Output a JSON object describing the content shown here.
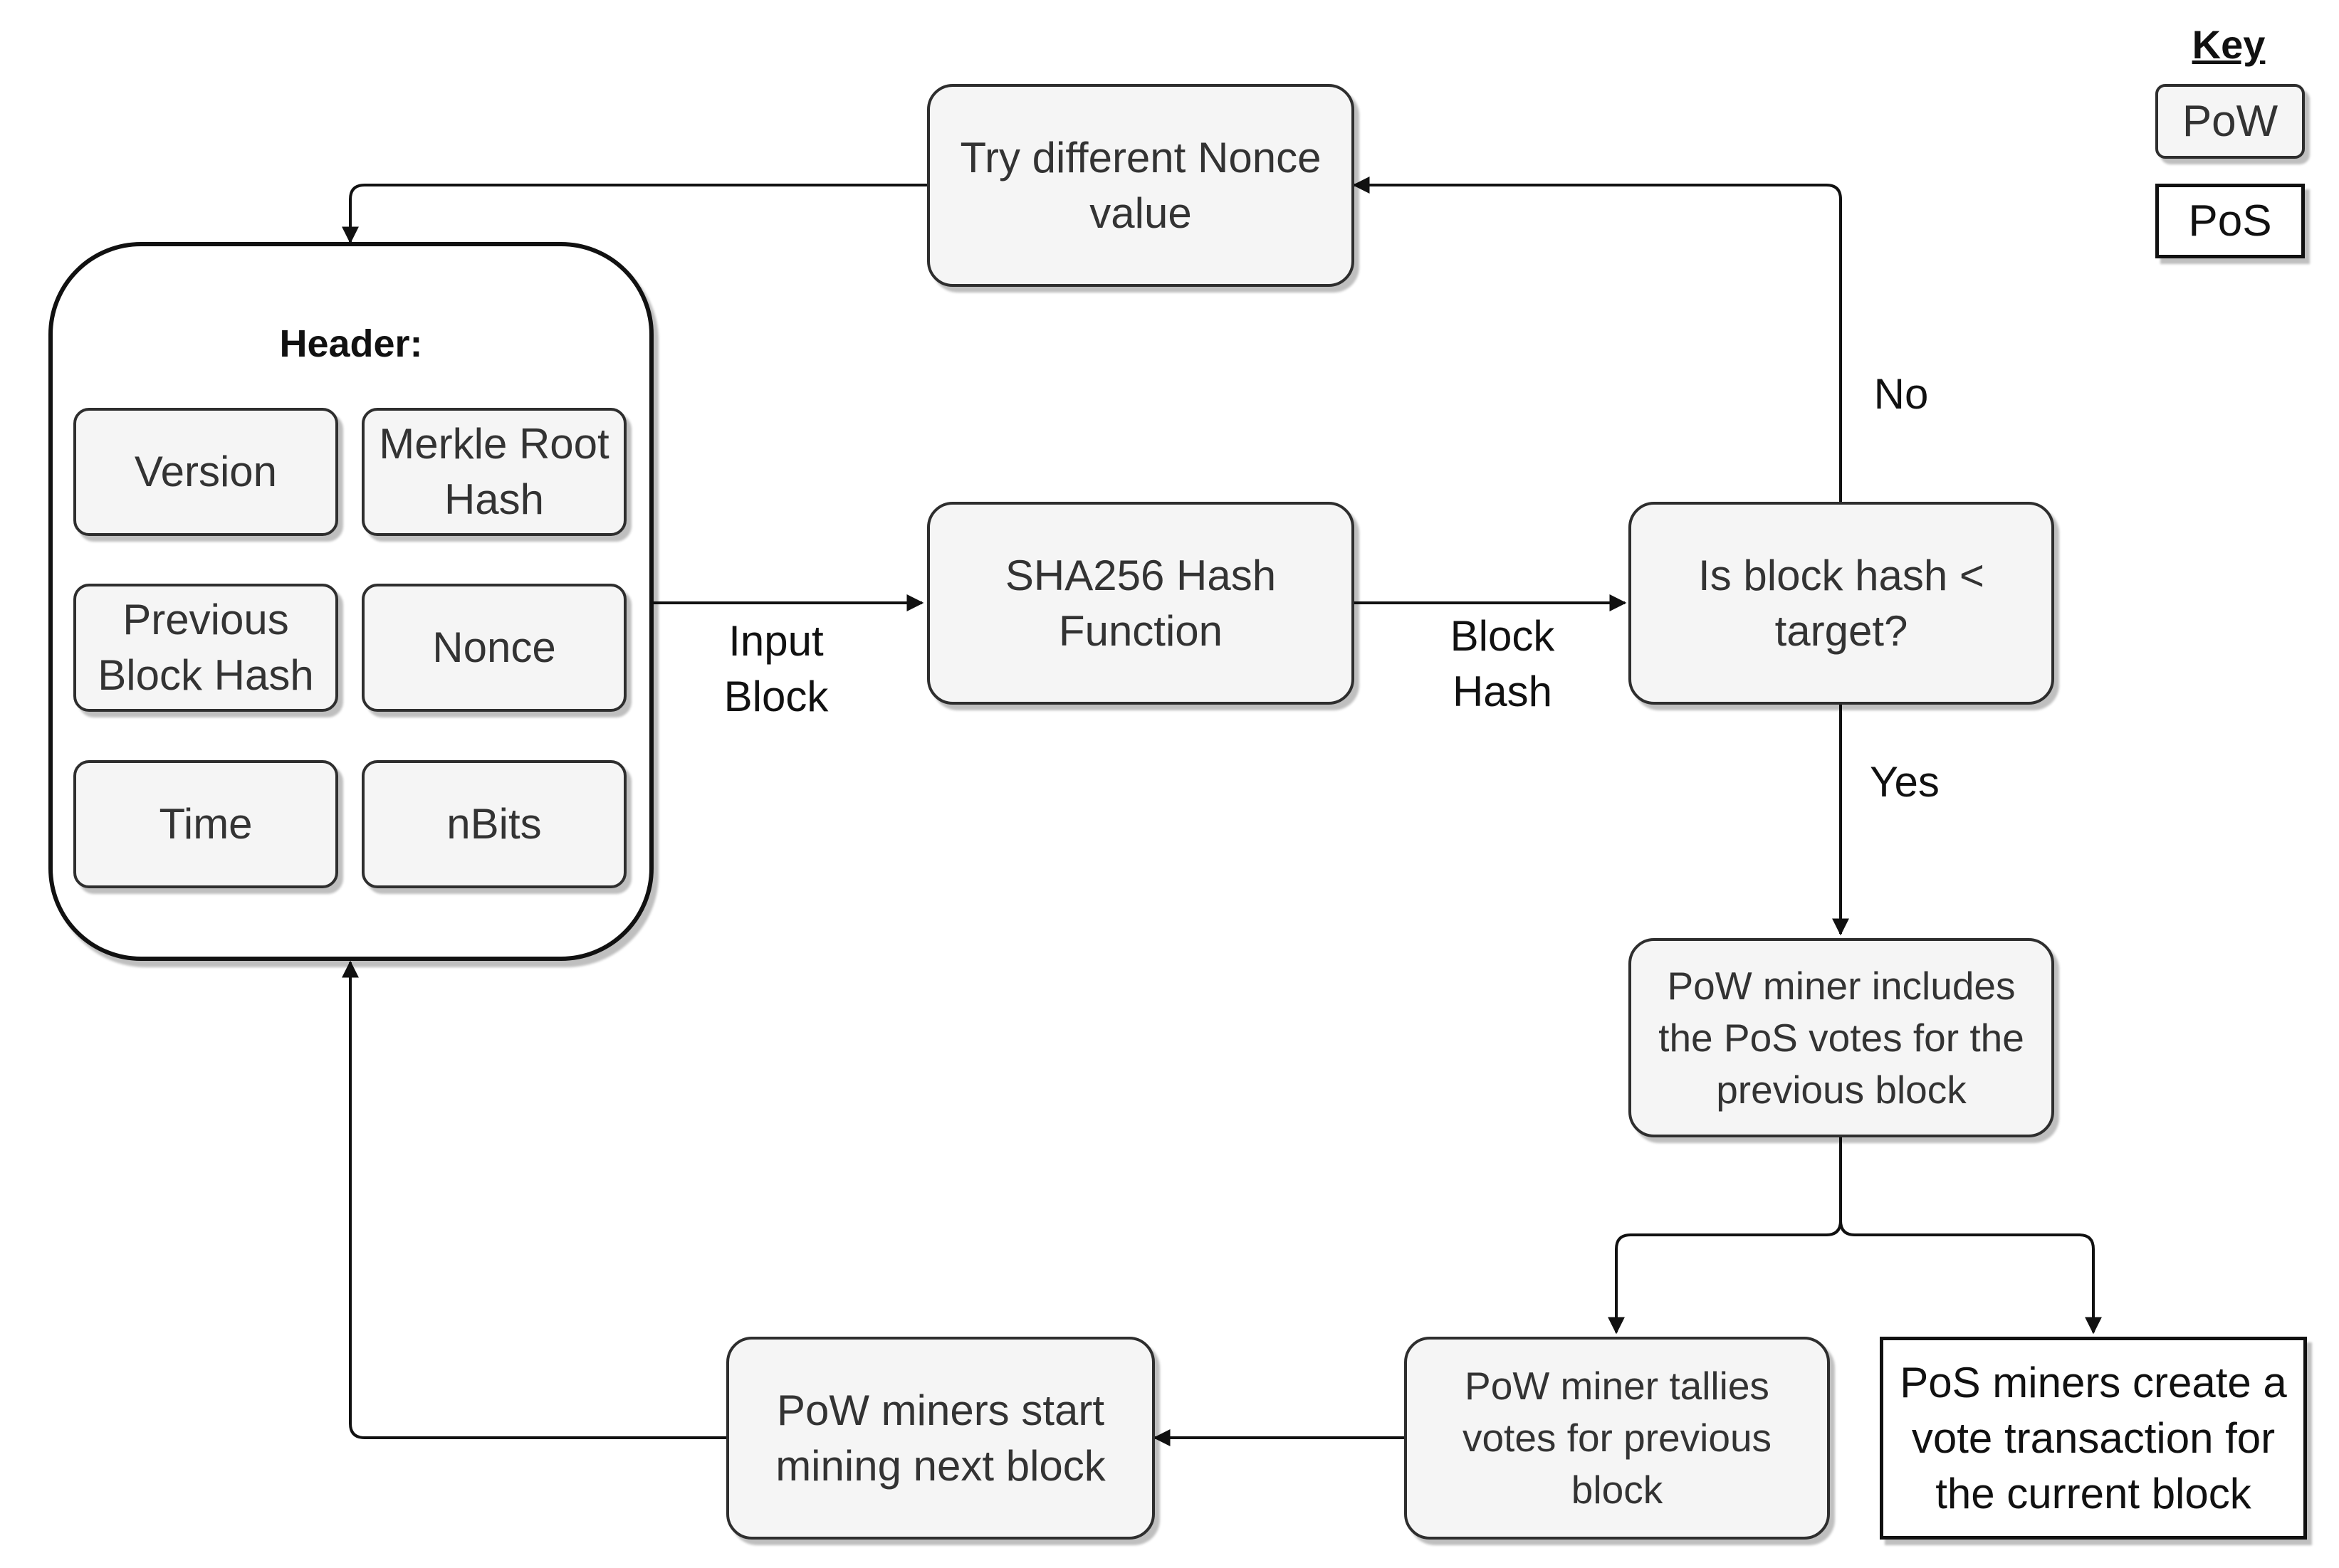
{
  "key": {
    "title": "Key",
    "pow_label": "PoW",
    "pos_label": "PoS"
  },
  "header": {
    "title": "Header:",
    "fields": [
      "Version",
      "Merkle Root\nHash",
      "Previous\nBlock Hash",
      "Nonce",
      "Time",
      "nBits"
    ]
  },
  "nodes": {
    "try_nonce": "Try different Nonce\nvalue",
    "sha256": "SHA256 Hash\nFunction",
    "compare": "Is block hash <\ntarget?",
    "include_votes": "PoW miner includes\nthe PoS votes for the\nprevious block",
    "tally_votes": "PoW miner tallies\nvotes for previous\nblock",
    "pos_vote": "PoS miners create a\nvote transaction for\nthe current block",
    "start_mining": "PoW miners start\nmining next block"
  },
  "edge_labels": {
    "input_block": "Input\nBlock",
    "block_hash": "Block\nHash",
    "no": "No",
    "yes": "Yes"
  },
  "colors": {
    "pow_fill": "#f5f5f5",
    "pow_border": "#2e2e2e",
    "pos_fill": "#ffffff",
    "pos_border": "#111111",
    "line": "#111111"
  }
}
